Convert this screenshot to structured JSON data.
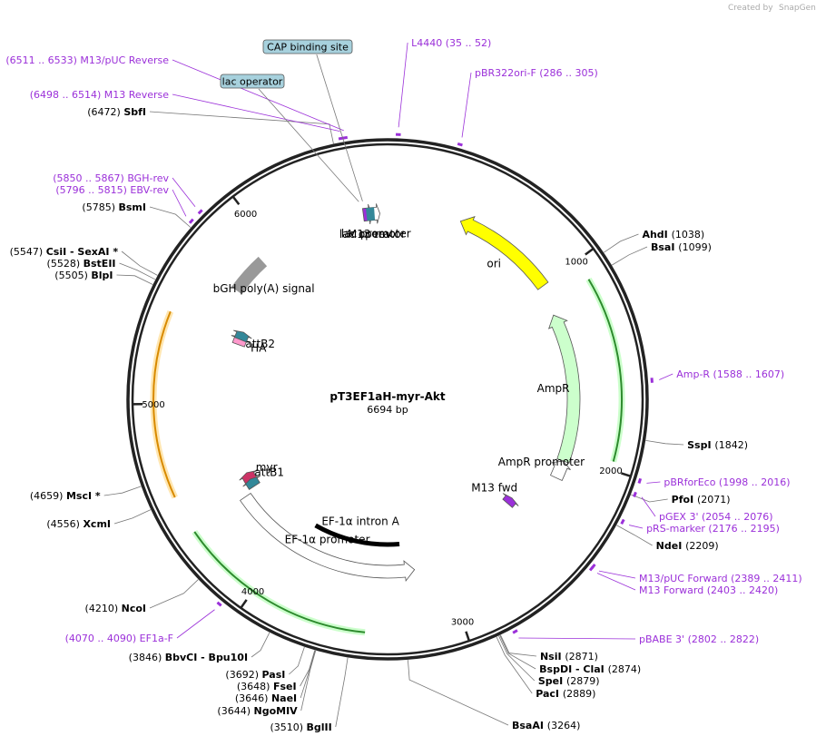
{
  "credit": {
    "prefix": "Created by",
    "brand": "SnapGene"
  },
  "plasmid": {
    "name": "pT3EF1aH-myr-Akt",
    "length_text": "6694 bp",
    "length": 6694
  },
  "ticks": [
    {
      "bp": 1000,
      "text": "1000"
    },
    {
      "bp": 2000,
      "text": "2000"
    },
    {
      "bp": 3000,
      "text": "3000"
    },
    {
      "bp": 4000,
      "text": "4000"
    },
    {
      "bp": 5000,
      "text": "5000"
    },
    {
      "bp": 6000,
      "text": "6000"
    }
  ],
  "sites": [
    {
      "bp": 1038,
      "pos": "(1038)",
      "name": "AhdI",
      "side": "right",
      "row": 0
    },
    {
      "bp": 1099,
      "pos": "(1099)",
      "name": "BsaI",
      "side": "right",
      "row": 1
    },
    {
      "bp": 1842,
      "pos": "(1842)",
      "name": "SspI",
      "side": "right",
      "row": 2
    },
    {
      "bp": 2071,
      "pos": "(2071)",
      "name": "PfoI",
      "side": "right",
      "row": 3
    },
    {
      "bp": 2209,
      "pos": "(2209)",
      "name": "NdeI",
      "side": "right",
      "row": 4
    },
    {
      "bp": 2871,
      "pos": "(2871)",
      "name": "NsiI",
      "side": "right",
      "row": 5
    },
    {
      "bp": 2874,
      "pos": "(2874)",
      "name": "BspDI  - ClaI",
      "side": "right",
      "row": 6
    },
    {
      "bp": 2879,
      "pos": "(2879)",
      "name": "SpeI",
      "side": "right",
      "row": 7
    },
    {
      "bp": 2889,
      "pos": "(2889)",
      "name": "PacI",
      "side": "right",
      "row": 8
    },
    {
      "bp": 3264,
      "pos": "(3264)",
      "name": "BsaAI",
      "side": "right",
      "row": 9
    },
    {
      "bp": 3510,
      "pos": "(3510)",
      "name": "BglII",
      "side": "left",
      "row": 0
    },
    {
      "bp": 3644,
      "pos": "(3644)",
      "name": "NgoMIV",
      "side": "left",
      "row": 1
    },
    {
      "bp": 3646,
      "pos": "(3646)",
      "name": "NaeI",
      "side": "left",
      "row": 2
    },
    {
      "bp": 3648,
      "pos": "(3648)",
      "name": "FseI",
      "side": "left",
      "row": 3
    },
    {
      "bp": 3692,
      "pos": "(3692)",
      "name": "PasI",
      "side": "left",
      "row": 4
    },
    {
      "bp": 3846,
      "pos": "(3846)",
      "name": "BbvCI  - Bpu10I",
      "side": "left",
      "row": 5
    },
    {
      "bp": 4210,
      "pos": "(4210)",
      "name": "NcoI",
      "side": "left",
      "row": 6
    },
    {
      "bp": 4556,
      "pos": "(4556)",
      "name": "XcmI",
      "side": "left",
      "row": 7
    },
    {
      "bp": 4659,
      "pos": "(4659)",
      "name": "MscI *",
      "side": "left",
      "row": 8
    },
    {
      "bp": 5505,
      "pos": "(5505)",
      "name": "BlpI",
      "side": "left",
      "row": 9
    },
    {
      "bp": 5528,
      "pos": "(5528)",
      "name": "BstEII",
      "side": "left",
      "row": 10
    },
    {
      "bp": 5547,
      "pos": "(5547)",
      "name": "CsiI  - SexAI *",
      "side": "left",
      "row": 11
    },
    {
      "bp": 5785,
      "pos": "(5785)",
      "name": "BsmI",
      "side": "left",
      "row": 12
    },
    {
      "bp": 6472,
      "pos": "(6472)",
      "name": "SbfI",
      "side": "left",
      "row": 13
    }
  ],
  "primers": [
    {
      "bp": 43,
      "name": "L4440",
      "range": "(35 .. 52)",
      "anchor": "right",
      "row": 0
    },
    {
      "bp": 295,
      "name": "pBR322ori-F",
      "range": "(286 .. 305)",
      "anchor": "right",
      "row": 1
    },
    {
      "bp": 1597,
      "name": "Amp-R",
      "range": "(1588 .. 1607)",
      "anchor": "right",
      "row": 2
    },
    {
      "bp": 2007,
      "name": "pBRforEco",
      "range": "(1998 .. 2016)",
      "anchor": "right",
      "row": 3
    },
    {
      "bp": 2065,
      "name": "pGEX 3'",
      "range": "(2054 .. 2076)",
      "anchor": "right",
      "row": 4
    },
    {
      "bp": 2185,
      "name": "pRS-marker",
      "range": "(2176 .. 2195)",
      "anchor": "right",
      "row": 5
    },
    {
      "bp": 2400,
      "name": "M13/pUC Forward",
      "range": "(2389 .. 2411)",
      "anchor": "right",
      "row": 6
    },
    {
      "bp": 2411,
      "name": "M13 Forward",
      "range": "(2403 .. 2420)",
      "anchor": "right",
      "row": 7
    },
    {
      "bp": 2812,
      "name": "pBABE 3'",
      "range": "(2802 .. 2822)",
      "anchor": "right",
      "row": 8
    },
    {
      "bp": 4080,
      "name": "EF1a-F",
      "range": "(4070 .. 4090)",
      "anchor": "left",
      "row": 0
    },
    {
      "bp": 5806,
      "name": "EBV-rev",
      "range": "(5796 .. 5815)",
      "anchor": "left",
      "row": 1
    },
    {
      "bp": 5858,
      "name": "BGH-rev",
      "range": "(5850 .. 5867)",
      "anchor": "left",
      "row": 2
    },
    {
      "bp": 6506,
      "name": "M13 Reverse",
      "range": "(6498 .. 6514)",
      "anchor": "left",
      "row": 3
    },
    {
      "bp": 6522,
      "name": "M13/pUC Reverse",
      "range": "(6511 .. 6533)",
      "anchor": "left",
      "row": 4
    }
  ],
  "boxed_labels": [
    {
      "name": "CAP binding site",
      "bp": 6560
    },
    {
      "name": "lac operator",
      "bp": 6540
    }
  ],
  "features": [
    {
      "name": "ori",
      "start": 414,
      "end": 1002,
      "strand": -1,
      "color": "#ffff00",
      "ring": 0
    },
    {
      "name": "AmpR",
      "start": 1173,
      "end": 2033,
      "strand": -1,
      "color": "#ccffcc",
      "ring": 1
    },
    {
      "name": "AmpR promoter",
      "start": 2034,
      "end": 2138,
      "strand": -1,
      "color": "#ffffff",
      "ring": 1
    },
    {
      "name": "M13 fwd",
      "start": 2403,
      "end": 2420,
      "strand": -1,
      "color": "#9b30d9",
      "ring": 3
    },
    {
      "name": "EF-1α intron A",
      "start": 3260,
      "end": 3900,
      "strand": 1,
      "color": "#000000",
      "ring": 4
    },
    {
      "name": "EF-1α promoter",
      "start": 3180,
      "end": 4380,
      "strand": -1,
      "color": "#ffffff",
      "ring": 2
    },
    {
      "name": "myr",
      "start": 4455,
      "end": 4494,
      "strand": 1,
      "color": "#cc3366",
      "ring": 3
    },
    {
      "name": "attB1",
      "start": 4420,
      "end": 4444,
      "strand": 1,
      "color": "#338899",
      "ring": 3
    },
    {
      "name": "HA",
      "start": 5410,
      "end": 5436,
      "strand": 1,
      "color": "#ff99cc",
      "ring": 3
    },
    {
      "name": "attB2",
      "start": 5446,
      "end": 5470,
      "strand": 1,
      "color": "#338899",
      "ring": 3
    },
    {
      "name": "bGH poly(A) signal",
      "start": 5686,
      "end": 5910,
      "strand": 0,
      "color": "#999999",
      "ring": 1
    },
    {
      "name": "lac promoter",
      "start": 6605,
      "end": 6635,
      "strand": 1,
      "color": "#ffffff",
      "ring": 1
    },
    {
      "name": "M13 rev",
      "start": 6570,
      "end": 6587,
      "strand": 1,
      "color": "#9b30d9",
      "ring": 1
    },
    {
      "name": "lac operator",
      "start": 6588,
      "end": 6604,
      "strand": 0,
      "color": "#338899",
      "ring": 1
    }
  ],
  "orf_arcs": [
    {
      "start": 1100,
      "end": 1960,
      "color": "#2e8b2e",
      "glow": "#ccffcc"
    },
    {
      "start": 3450,
      "end": 4380,
      "color": "#2e8b2e",
      "glow": "#ccffcc"
    },
    {
      "start": 4560,
      "end": 5430,
      "color": "#d88a00",
      "glow": "#ffe6b0"
    }
  ]
}
